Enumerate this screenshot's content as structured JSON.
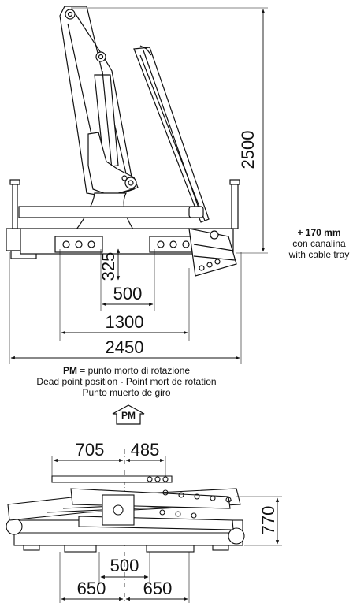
{
  "top_view": {
    "dim_height": "2500",
    "dim_325": "325",
    "dim_500": "500",
    "dim_1300": "1300",
    "dim_2450": "2450"
  },
  "tray_note": {
    "value": "+ 170 mm",
    "line1": "con canalina",
    "line2": "with cable tray"
  },
  "pm_note": {
    "abbr": "PM",
    "line1_rest": " = punto morto di rotazione",
    "line2": "Dead point position - Point mort de rotation",
    "line3": "Punto muerto de giro",
    "badge": "PM"
  },
  "bottom_view": {
    "dim_705": "705",
    "dim_485": "485",
    "dim_770": "770",
    "dim_500": "500",
    "dim_650_left": "650",
    "dim_650_right": "650"
  },
  "colors": {
    "line": "#111111",
    "fill": "#ffffff"
  }
}
